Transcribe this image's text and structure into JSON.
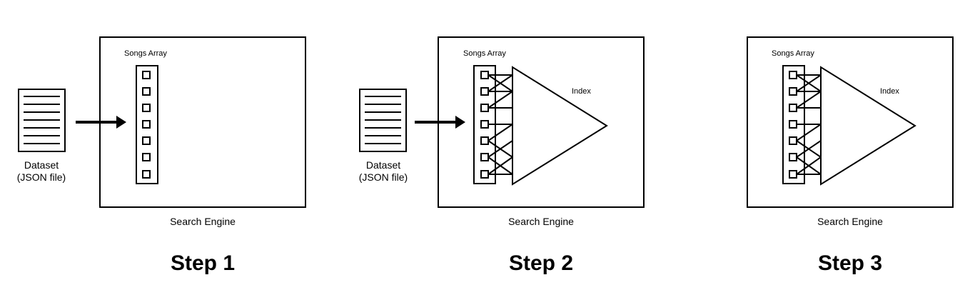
{
  "panels": [
    {
      "songs_label": "Songs Array",
      "engine_label": "Search Engine",
      "step_label": "Step 1",
      "dataset_line1": "Dataset",
      "dataset_line2": "(JSON file)",
      "index_label": ""
    },
    {
      "songs_label": "Songs Array",
      "engine_label": "Search Engine",
      "step_label": "Step 2",
      "dataset_line1": "Dataset",
      "dataset_line2": "(JSON file)",
      "index_label": "Index"
    },
    {
      "songs_label": "Songs Array",
      "engine_label": "Search Engine",
      "step_label": "Step 3",
      "dataset_line1": "",
      "dataset_line2": "",
      "index_label": "Index"
    }
  ]
}
